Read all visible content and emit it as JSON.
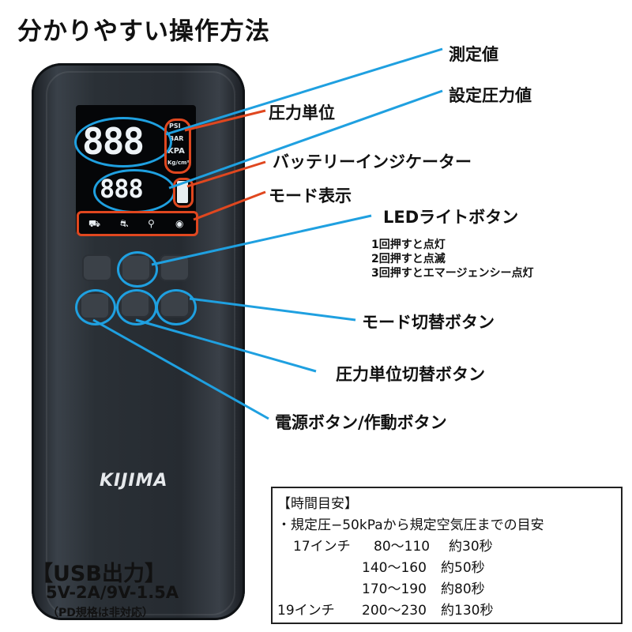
{
  "title": "分かりやすい操作方法",
  "colors": {
    "blue": "#1fa0e0",
    "red": "#e0471f",
    "device": "#2a3036"
  },
  "display": {
    "main_digits": "888",
    "sub_digits": "888",
    "units": [
      "PSI",
      "BAR",
      "KPA",
      "Kg/cm²"
    ],
    "mode_icons": [
      "car-icon",
      "motorcycle-icon",
      "bicycle-icon",
      "ball-icon"
    ]
  },
  "brand": "KIJIMA",
  "callouts": {
    "measured": "測定値",
    "set_pressure": "設定圧力値",
    "pressure_unit": "圧力単位",
    "battery": "バッテリーインジケーター",
    "mode_display": "モード表示",
    "led_button": "LEDライトボタン",
    "led_notes": [
      "1回押すと点灯",
      "2回押すと点滅",
      "3回押すとエマージェンシー点灯"
    ],
    "mode_button": "モード切替ボタン",
    "unit_button": "圧力単位切替ボタン",
    "power_button": "電源ボタン/作動ボタン"
  },
  "usb": {
    "heading": "【USB出力】",
    "spec": "5V-2A/9V-1.5A",
    "note": "（PD規格は非対応）"
  },
  "time_guide": {
    "heading": "【時間目安】",
    "subheading": "・規定圧−50kPaから規定空気圧までの目安",
    "rows": [
      {
        "size": "17インチ",
        "range": "80〜110",
        "time": "約30秒"
      },
      {
        "size": "",
        "range": "140〜160",
        "time": "約50秒"
      },
      {
        "size": "",
        "range": "170〜190",
        "time": "約80秒"
      },
      {
        "size": "19インチ",
        "range": "200〜230",
        "time": "約130秒"
      }
    ]
  }
}
